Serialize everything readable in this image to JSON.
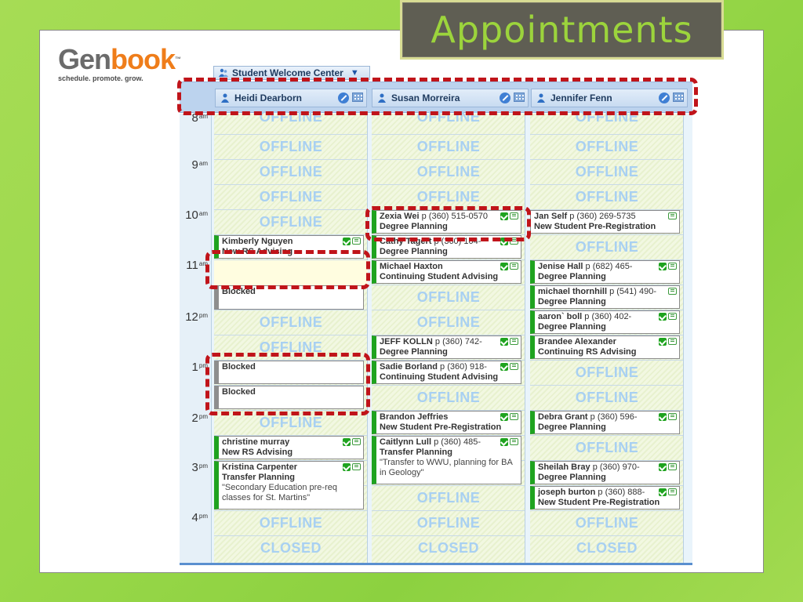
{
  "slide_title": "Appointments",
  "logo": {
    "part1": "Gen",
    "part2": "book",
    "tm": "™",
    "tagline": "schedule. promote. grow."
  },
  "location": {
    "label": "Student Welcome Center",
    "caret": "▼"
  },
  "staff": [
    {
      "name": "Heidi Dearborn"
    },
    {
      "name": "Susan Morreira"
    },
    {
      "name": "Jennifer Fenn"
    }
  ],
  "times": {
    "t8": {
      "h": "8",
      "ap": "am"
    },
    "t9": {
      "h": "9",
      "ap": "am"
    },
    "t10": {
      "h": "10",
      "ap": "am"
    },
    "t11": {
      "h": "11",
      "ap": "am"
    },
    "t12": {
      "h": "12",
      "ap": "pm"
    },
    "t1": {
      "h": "1",
      "ap": "pm"
    },
    "t2": {
      "h": "2",
      "ap": "pm"
    },
    "t3": {
      "h": "3",
      "ap": "pm"
    },
    "t4": {
      "h": "4",
      "ap": "pm"
    }
  },
  "labels": {
    "offline": "OFFLINE",
    "closed": "CLOSED",
    "blocked": "Blocked"
  },
  "appointments": {
    "kimberly": {
      "name": "Kimberly Nguyen",
      "service": "New RS Advising"
    },
    "christine": {
      "name": "christine murray",
      "service": "New RS Advising"
    },
    "kristina": {
      "name": "Kristina Carpenter",
      "service": "Transfer Planning",
      "note": "\"Secondary Education pre-req classes for St. Martins\""
    },
    "zexia": {
      "name": "Zexia Wei",
      "phone": "p (360) 515-0570",
      "service": "Degree Planning"
    },
    "cathy": {
      "name": "Cathy Tagert",
      "phone": "p (360) 104-",
      "service": "Degree Planning"
    },
    "michael_h": {
      "name": "Michael Haxton",
      "service": "Continuing Student Advising"
    },
    "jeff": {
      "name": "JEFF KOLLN",
      "phone": "p (360) 742-",
      "service": "Degree Planning"
    },
    "sadie": {
      "name": "Sadie Borland",
      "phone": "p (360) 918-",
      "service": "Continuing Student Advising"
    },
    "brandon": {
      "name": "Brandon Jeffries",
      "service": "New Student Pre-Registration"
    },
    "caitlynn": {
      "name": "Caitlynn Lull",
      "phone": "p (360) 485-",
      "service": "Transfer Planning",
      "note": "\"Transfer to WWU, planning for BA in Geology\""
    },
    "jan": {
      "name": "Jan Self",
      "phone": "p (360) 269-5735",
      "service": "New Student Pre-Registration"
    },
    "jenise": {
      "name": "Jenise Hall",
      "phone": "p (682) 465-",
      "service": "Degree Planning"
    },
    "michael_t": {
      "name": "michael thornhill",
      "phone": "p (541) 490-",
      "service": "Degree Planning"
    },
    "aaron": {
      "name": "aaron` boll",
      "phone": "p (360) 402-",
      "service": "Degree Planning"
    },
    "brandee": {
      "name": "Brandee Alexander",
      "service": "Continuing RS Advising"
    },
    "debra": {
      "name": "Debra Grant",
      "phone": "p (360) 596-",
      "service": "Degree Planning"
    },
    "sheilah": {
      "name": "Sheilah Bray",
      "phone": "p (360) 970-",
      "service": "Degree Planning"
    },
    "joseph": {
      "name": "joseph burton",
      "phone": "p (360) 888-",
      "service": "New Student Pre-Registration"
    }
  },
  "colors": {
    "confirmed": "#1fa31f",
    "blocked": "#8e8e8e",
    "offline_text": "#a8d0f2",
    "highlight": "#c0141a",
    "title_text": "#9cd43c"
  }
}
